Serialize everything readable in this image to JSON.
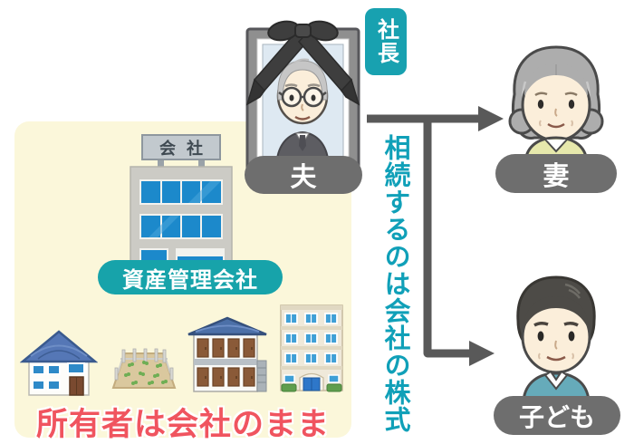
{
  "labels": {
    "president": "社長",
    "husband": "夫",
    "wife": "妻",
    "child": "子ども",
    "company_sign": "会社",
    "asset_company": "資産管理会社",
    "owner_note": "所有者は会社のまま",
    "inheritance_note": "相続するのは会社の株式"
  },
  "icons": {
    "memorial_photo": "framed-portrait-with-black-ribbon",
    "company_building": "office-tower-with-sign",
    "properties": [
      "house",
      "farm-field",
      "two-story-apartment",
      "four-story-building"
    ],
    "people": [
      "deceased-husband-portrait",
      "elderly-wife",
      "adult-child"
    ]
  },
  "colors": {
    "panel_bg": "#FBF7DA",
    "teal_badge": "#18A1B0",
    "teal_pill": "#17A3AA",
    "teal_text": "#10A0B8",
    "label_pill_gray": "#6E6E6E",
    "arrow_gray": "#595959",
    "owner_note_red": "#F0545F",
    "background": "#FFFFFF"
  }
}
